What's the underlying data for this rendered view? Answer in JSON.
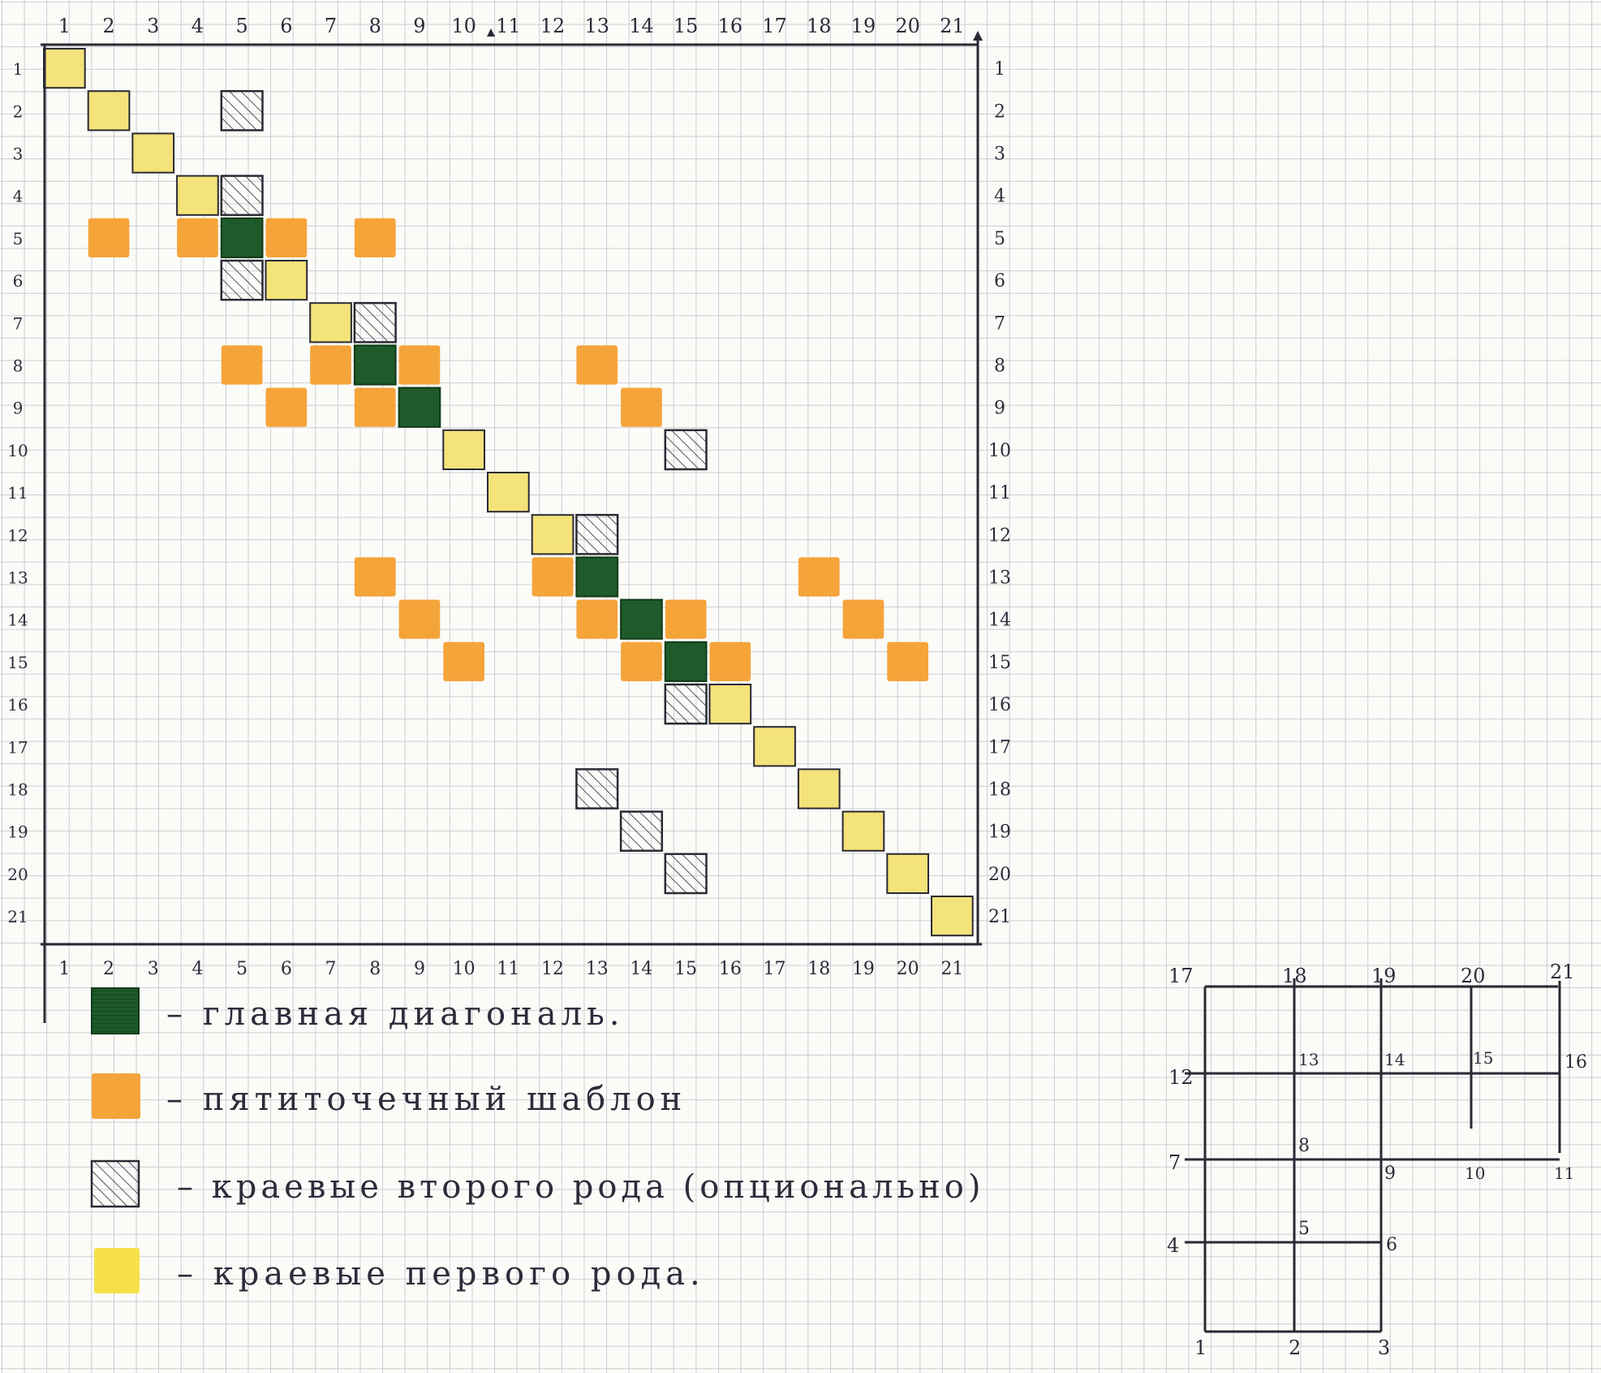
{
  "matrix": {
    "size": 21,
    "col_labels": [
      "1",
      "2",
      "3",
      "4",
      "5",
      "6",
      "7",
      "8",
      "9",
      "10",
      "11",
      "12",
      "13",
      "14",
      "15",
      "16",
      "17",
      "18",
      "19",
      "20",
      "21"
    ],
    "row_labels": [
      "1",
      "2",
      "3",
      "4",
      "5",
      "6",
      "7",
      "8",
      "9",
      "10",
      "11",
      "12",
      "13",
      "14",
      "15",
      "16",
      "17",
      "18",
      "19",
      "20",
      "21"
    ],
    "colors": {
      "main_diagonal": "#1f5a2a",
      "five_point": "#f5a43a",
      "second_kind": "#ffffff",
      "first_kind": "#f4e27a",
      "ink": "#2a2a35"
    },
    "cells": {
      "main_diagonal": [
        [
          5,
          5
        ],
        [
          8,
          8
        ],
        [
          9,
          9
        ],
        [
          13,
          13
        ],
        [
          14,
          14
        ],
        [
          15,
          15
        ]
      ],
      "five_point": [
        [
          5,
          2
        ],
        [
          5,
          4
        ],
        [
          5,
          6
        ],
        [
          5,
          8
        ],
        [
          8,
          5
        ],
        [
          8,
          7
        ],
        [
          8,
          9
        ],
        [
          8,
          13
        ],
        [
          9,
          6
        ],
        [
          9,
          8
        ],
        [
          9,
          14
        ],
        [
          13,
          8
        ],
        [
          13,
          12
        ],
        [
          13,
          18
        ],
        [
          14,
          9
        ],
        [
          14,
          13
        ],
        [
          14,
          15
        ],
        [
          14,
          19
        ],
        [
          15,
          10
        ],
        [
          15,
          14
        ],
        [
          15,
          16
        ],
        [
          15,
          20
        ]
      ],
      "second_kind": [
        [
          2,
          5
        ],
        [
          4,
          5
        ],
        [
          6,
          5
        ],
        [
          7,
          8
        ],
        [
          10,
          15
        ],
        [
          12,
          13
        ],
        [
          16,
          15
        ],
        [
          18,
          13
        ],
        [
          19,
          14
        ],
        [
          20,
          15
        ]
      ],
      "first_kind": [
        [
          1,
          1
        ],
        [
          2,
          2
        ],
        [
          3,
          3
        ],
        [
          4,
          4
        ],
        [
          6,
          6
        ],
        [
          7,
          7
        ],
        [
          10,
          10
        ],
        [
          11,
          11
        ],
        [
          12,
          12
        ],
        [
          16,
          16
        ],
        [
          17,
          17
        ],
        [
          18,
          18
        ],
        [
          19,
          19
        ],
        [
          20,
          20
        ],
        [
          21,
          21
        ]
      ]
    }
  },
  "legend": [
    {
      "kind": "main_diagonal",
      "text": "– главная диагональ."
    },
    {
      "kind": "five_point",
      "text": "– пятиточечный шаблон"
    },
    {
      "kind": "second_kind",
      "text": "– краевые второго рода (опционально)"
    },
    {
      "kind": "first_kind",
      "text": "– краевые первого рода."
    }
  ],
  "mesh": {
    "corner_labels": {
      "top": [
        "17",
        "18",
        "19",
        "20",
        "21"
      ],
      "bottom": [
        "1",
        "2",
        "3"
      ]
    },
    "row_labels_left": [
      "12",
      "7",
      "4"
    ],
    "inner_labels": [
      "13",
      "14",
      "15",
      "16",
      "8",
      "9",
      "10",
      "11",
      "5",
      "6"
    ]
  }
}
